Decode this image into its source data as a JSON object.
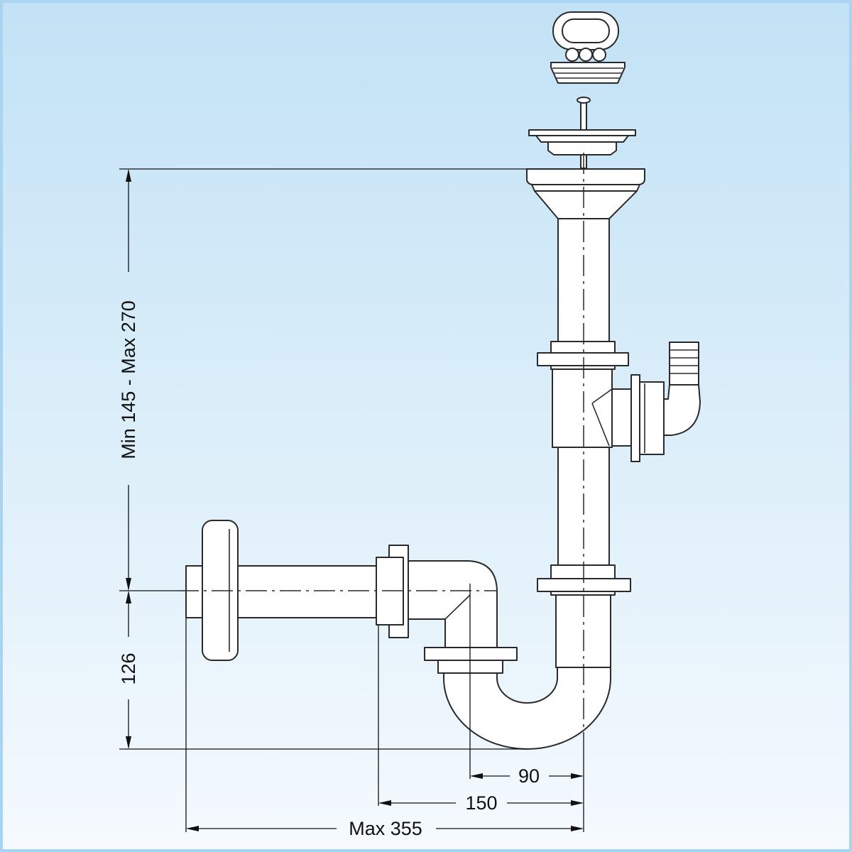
{
  "dimensions": {
    "overall_height": "Min 145 - Max 270",
    "outlet_height": "126",
    "offset_short": "90",
    "offset_mid": "150",
    "offset_max": "Max 355"
  },
  "colors": {
    "background_top": "#c2e2f5",
    "background_bottom": "#f5fafe",
    "line": "#2a2a2a",
    "part_fill": "#ffffff"
  }
}
